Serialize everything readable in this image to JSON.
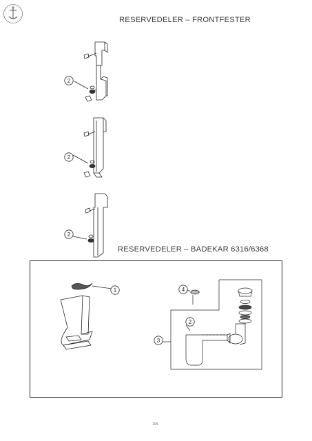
{
  "page": {
    "title_fronts": "RESERVEDELER – FRONTFESTER",
    "title_bathtub": "RESERVEDELER – BADEKAR 6316/6368",
    "page_number": "104"
  },
  "callouts": {
    "front_1": "2",
    "front_2": "2",
    "front_3": "2",
    "tub_1": "1",
    "tub_2": "2",
    "tub_3": "3",
    "tub_4": "4"
  }
}
